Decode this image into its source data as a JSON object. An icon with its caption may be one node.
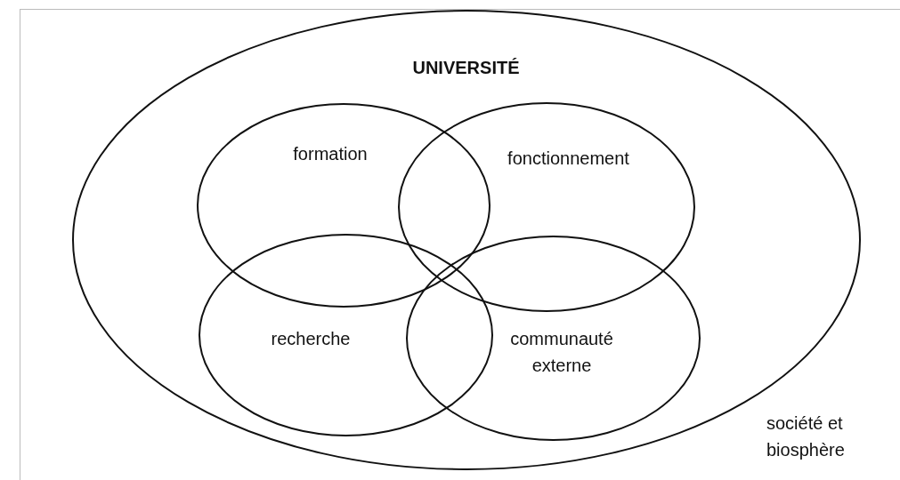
{
  "diagram": {
    "nodes": [
      {
        "text": [
          "société et biosphère"
        ]
      },
      {
        "text": [
          "UNIVERSITÉ"
        ],
        "in": 0
      },
      {
        "text": [
          "formation"
        ],
        "in": 1
      },
      {
        "text": [
          "fonctionnement"
        ],
        "in": 1
      },
      {
        "text": [
          "recherche"
        ],
        "in": 1
      },
      {
        "text": [
          "communauté externe"
        ],
        "in": 1
      }
    ]
  }
}
